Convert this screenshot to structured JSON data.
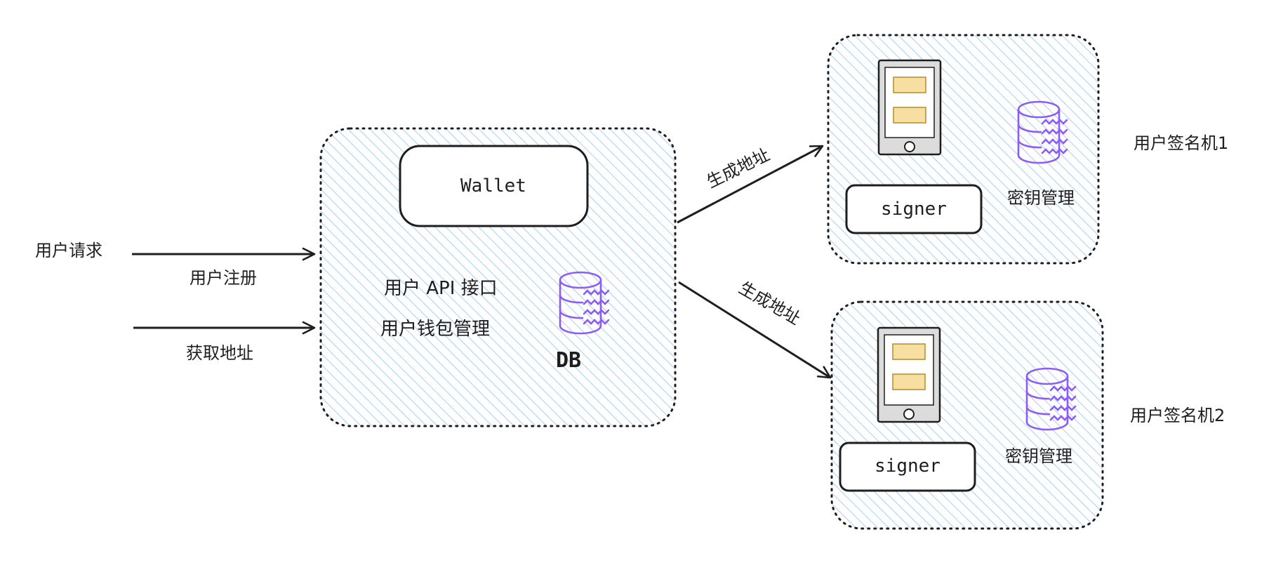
{
  "colors": {
    "hatch": "#a5d0f5",
    "stroke": "#1e1e1e",
    "db": "#8b5cf6",
    "slot_fill": "#f6dfa0",
    "device_fill": "#dcdcdc"
  },
  "left": {
    "user_request": "用户请求",
    "register": "用户注册",
    "get_address": "获取地址"
  },
  "wallet_service": {
    "wallet_label": "Wallet",
    "api_label": "用户 API 接口",
    "wallet_mgmt_label": "用户钱包管理",
    "db_label": "DB"
  },
  "arrows": {
    "to_signer1": "生成地址",
    "to_signer2": "生成地址"
  },
  "signers": [
    {
      "title": "用户签名机1",
      "signer_label": "signer",
      "key_mgmt_label": "密钥管理"
    },
    {
      "title": "用户签名机2",
      "signer_label": "signer",
      "key_mgmt_label": "密钥管理"
    }
  ]
}
